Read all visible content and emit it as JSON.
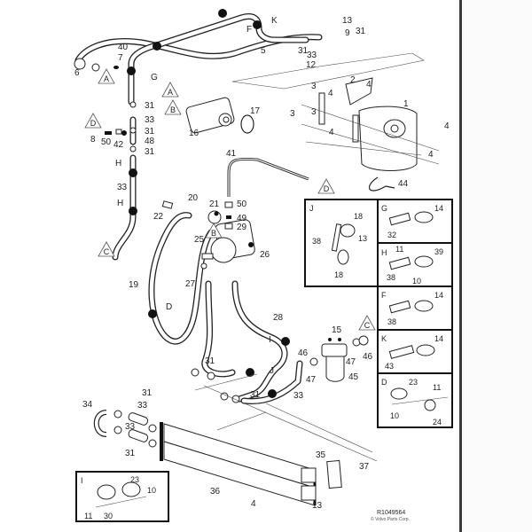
{
  "diagram": {
    "type": "exploded parts diagram",
    "reference_id": "R1049564",
    "copyright": "© Volvo Parts Corp.",
    "connection_markers": [
      "A",
      "B",
      "C",
      "D"
    ],
    "hose_joint_letters": [
      "F",
      "G",
      "H",
      "I",
      "J",
      "K"
    ],
    "callouts": {
      "c1": "1",
      "c2": "2",
      "c3a": "3",
      "c3b": "3",
      "c3c": "3",
      "c4a": "4",
      "c4b": "4",
      "c4c": "4",
      "c4d": "4",
      "c4e": "4",
      "c4f": "4",
      "c4g": "4",
      "c5": "5",
      "c6": "6",
      "c7": "7",
      "c8": "8",
      "c9": "9",
      "c12": "12",
      "c13a": "13",
      "c13b": "13",
      "c15": "15",
      "c16": "16",
      "c17": "17",
      "c19": "19",
      "c20": "20",
      "c21": "21",
      "c22": "22",
      "c25": "25",
      "c26": "26",
      "c27": "27",
      "c28": "28",
      "c29": "29",
      "c31a": "31",
      "c31b": "31",
      "c31c": "31",
      "c31d": "31",
      "c31e": "31",
      "c31f": "31",
      "c31g": "31",
      "c31h": "31",
      "c31i": "31",
      "c31j": "31",
      "c33a": "33",
      "c33b": "33",
      "c33c": "33",
      "c33d": "33",
      "c33e": "33",
      "c33f": "33",
      "c34": "34",
      "c35": "35",
      "c36": "36",
      "c37": "37",
      "c40": "40",
      "c41": "41",
      "c42": "42",
      "c44": "44",
      "c45": "45",
      "c46a": "46",
      "c46b": "46",
      "c47a": "47",
      "c47b": "47",
      "c48": "48",
      "c49": "49",
      "c50a": "50",
      "c50b": "50",
      "jF": "F",
      "jG": "G",
      "jH1": "H",
      "jH2": "H",
      "jI": "I",
      "jJ": "J",
      "jK": "K",
      "jD": "D",
      "mA1": "A",
      "mA2": "A",
      "mB1": "B",
      "mB2": "B",
      "mC1": "C",
      "mC2": "C",
      "mD1": "D",
      "mD2": "D",
      "mD3": "D"
    },
    "detail_panels": [
      {
        "id": "J",
        "title": "J",
        "parts": [
          "18",
          "38",
          "13",
          "18"
        ]
      },
      {
        "id": "G",
        "title": "G",
        "parts": [
          "14",
          "32"
        ]
      },
      {
        "id": "H",
        "title": "H",
        "parts": [
          "11",
          "39",
          "38",
          "10"
        ]
      },
      {
        "id": "F",
        "title": "F",
        "parts": [
          "14",
          "38"
        ]
      },
      {
        "id": "K",
        "title": "K",
        "parts": [
          "14",
          "43"
        ]
      },
      {
        "id": "D",
        "title": "D",
        "parts": [
          "23",
          "11",
          "10",
          "24"
        ]
      },
      {
        "id": "I",
        "title": "I",
        "parts": [
          "23",
          "10",
          "11",
          "30"
        ]
      }
    ]
  }
}
